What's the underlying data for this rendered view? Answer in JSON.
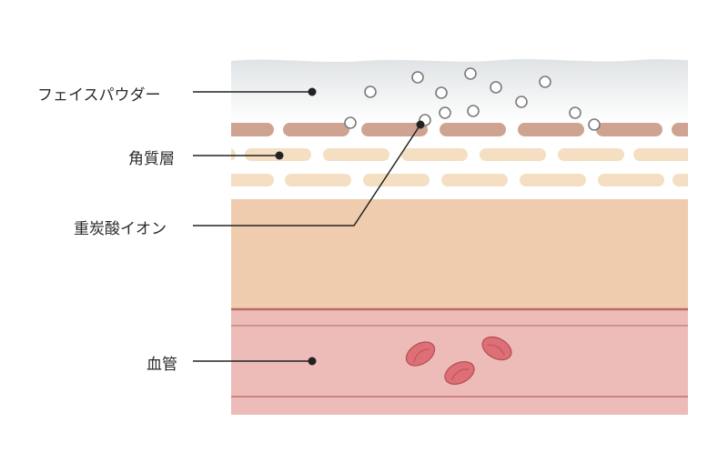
{
  "labels": {
    "face_powder": "フェイスパウダー",
    "stratum_corneum": "角質層",
    "bicarbonate_ion": "重炭酸イオン",
    "blood_vessel": "血管"
  },
  "colors": {
    "powder_top": "#dfe3e5",
    "powder_bottom": "#ffffff",
    "particle_stroke": "#7a7a7a",
    "corneum_top_row": "#cfa391",
    "corneum_rows": "#f4dfc2",
    "dermis": "#efccad",
    "vessel": "#eebcb8",
    "vessel_line": "#c27070",
    "red_cell": "#de6f77",
    "red_cell_stroke": "#b4515a",
    "leader": "#222222"
  }
}
